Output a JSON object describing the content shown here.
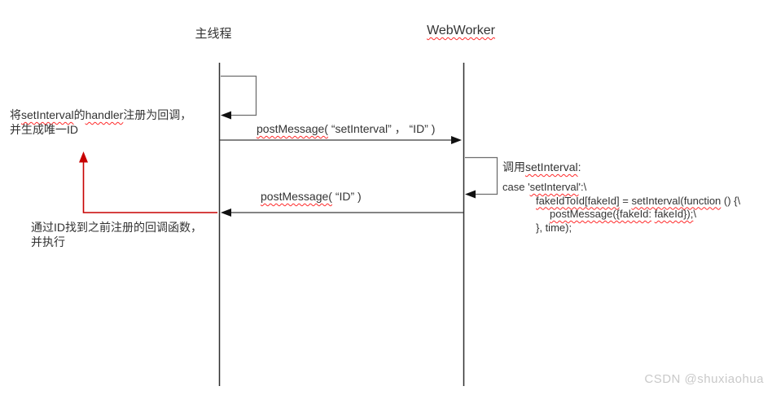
{
  "actors": {
    "main": "主线程",
    "worker": "WebWorker"
  },
  "notes": {
    "register": {
      "pre": "将",
      "kw1": "setInterval",
      "mid": "的",
      "kw2": "handler",
      "post": "注册为回调，",
      "line2": "并生成唯一ID"
    },
    "callback": {
      "line1": "通过ID找到之前注册的回调函数，",
      "line2": "并执行"
    }
  },
  "messages": {
    "set_interval": {
      "fn": "postMessage(",
      "rest": " “setInterval” ， “ID” )"
    },
    "id": {
      "fn": "postMessage(",
      "rest": " “ID” )"
    }
  },
  "worker_code": {
    "call": {
      "pre": "调用",
      "kw": "setInterval",
      "post": ":"
    },
    "case_line": {
      "pre": "case '",
      "kw": "setInterval",
      "post": "':\\"
    },
    "line2": {
      "kw1": "fakeIdToId[fakeId]",
      "mid": " = ",
      "kw2": "setInterval(function",
      "post": " () {\\"
    },
    "line3": {
      "kw1": "postMessage({fakeId:",
      "mid": " ",
      "kw2": "fakeId});",
      "post": "\\"
    },
    "line4": "}, time);"
  },
  "watermark": "CSDN @shuxiaohua",
  "colors": {
    "lifeline": "#2e2e2e",
    "arrow": "#3a3a3a",
    "loop": "#6e6e6e",
    "red_arrow": "#c70000",
    "squiggle": "#ff2a2a",
    "watermark": "#c9c9c9"
  }
}
